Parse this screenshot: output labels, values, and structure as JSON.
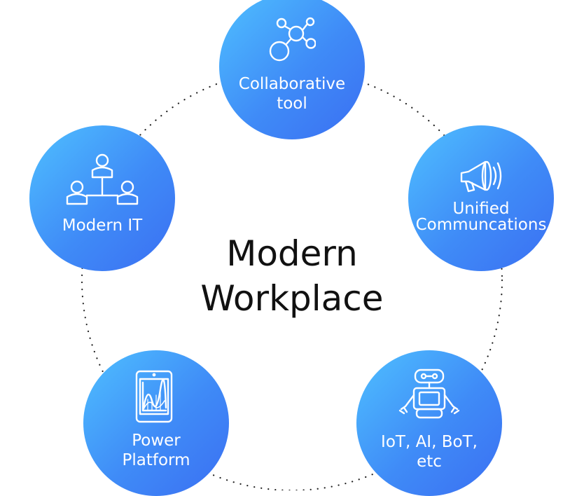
{
  "title": {
    "line1": "Modern",
    "line2": "Workplace"
  },
  "colors": {
    "circle_start": "#4fc0ff",
    "circle_end": "#3b6ff2",
    "text": "#111111",
    "dots": "#222222"
  },
  "nodes": [
    {
      "id": "collaborative-tool",
      "icon": "network-nodes-icon",
      "label_line1": "Collaborative",
      "label_line2": "tool"
    },
    {
      "id": "unified-communications",
      "icon": "megaphone-icon",
      "label_line1": "Unified",
      "label_line2": "Communcations"
    },
    {
      "id": "iot-ai-bot",
      "icon": "robot-icon",
      "label_line1": "IoT, AI, BoT,",
      "label_line2": "etc"
    },
    {
      "id": "power-platform",
      "icon": "tablet-chart-icon",
      "label_line1": "Power",
      "label_line2": "Platform"
    },
    {
      "id": "modern-it",
      "icon": "people-hierarchy-icon",
      "label_line1": "Modern IT"
    }
  ]
}
